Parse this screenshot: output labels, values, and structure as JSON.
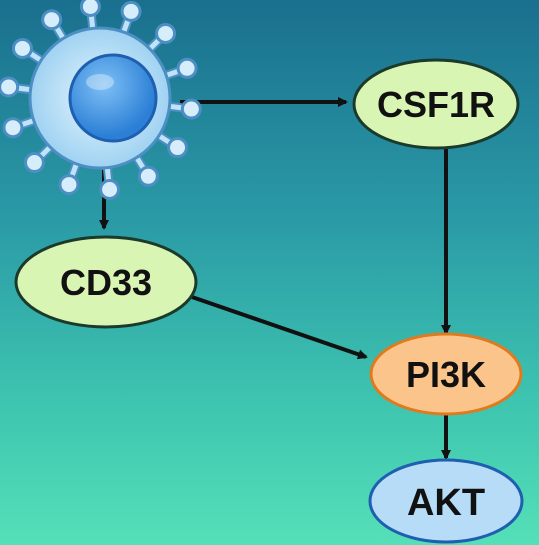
{
  "nodes": {
    "csf1r": {
      "label": "CSF1R",
      "fill": "#d9f5b4",
      "stroke": "#1b3a2a"
    },
    "cd33": {
      "label": "CD33",
      "fill": "#d9f5b4",
      "stroke": "#1b3a2a"
    },
    "pi3k": {
      "label": "PI3K",
      "fill": "#fbc48a",
      "stroke": "#e07a1f"
    },
    "akt": {
      "label": "AKT",
      "fill": "#b6dcf7",
      "stroke": "#1e5fb0"
    }
  },
  "cell": {
    "icon": "immune-cell-icon",
    "body_color": "#a7d8f5",
    "nucleus_color": "#3b8ee0",
    "outline_color": "#4d8fc4"
  },
  "edges": [
    {
      "from": "cell",
      "to": "csf1r"
    },
    {
      "from": "cell",
      "to": "cd33"
    },
    {
      "from": "csf1r",
      "to": "pi3k"
    },
    {
      "from": "cd33",
      "to": "pi3k"
    },
    {
      "from": "pi3k",
      "to": "akt"
    }
  ],
  "colors": {
    "arrow": "#111111"
  }
}
